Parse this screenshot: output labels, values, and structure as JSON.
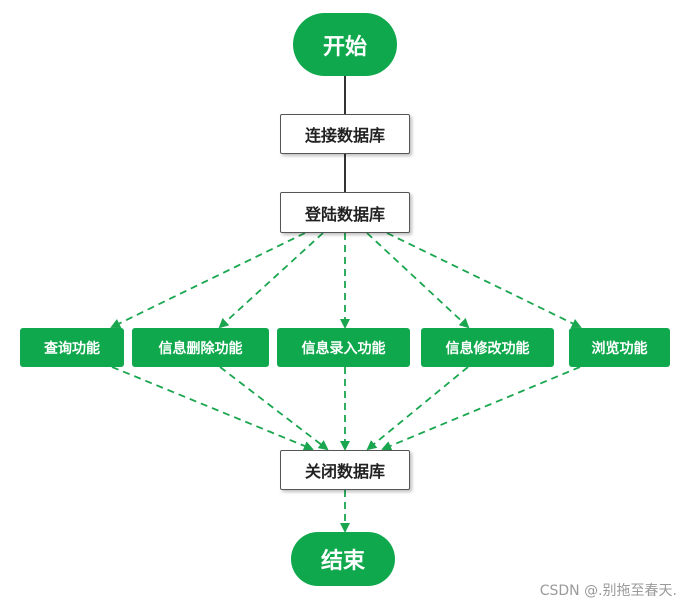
{
  "nodes": {
    "start": "开始",
    "connect_db": "连接数据库",
    "login_db": "登陆数据库",
    "query": "查询功能",
    "delete": "信息删除功能",
    "entry": "信息录入功能",
    "modify": "信息修改功能",
    "browse": "浏览功能",
    "close_db": "关闭数据库",
    "end": "结束"
  },
  "watermark": "CSDN @.别拖至春天.",
  "colors": {
    "node_green": "#0fa84c",
    "dashed_arrow": "#1aa64f",
    "solid_line": "#333333"
  }
}
